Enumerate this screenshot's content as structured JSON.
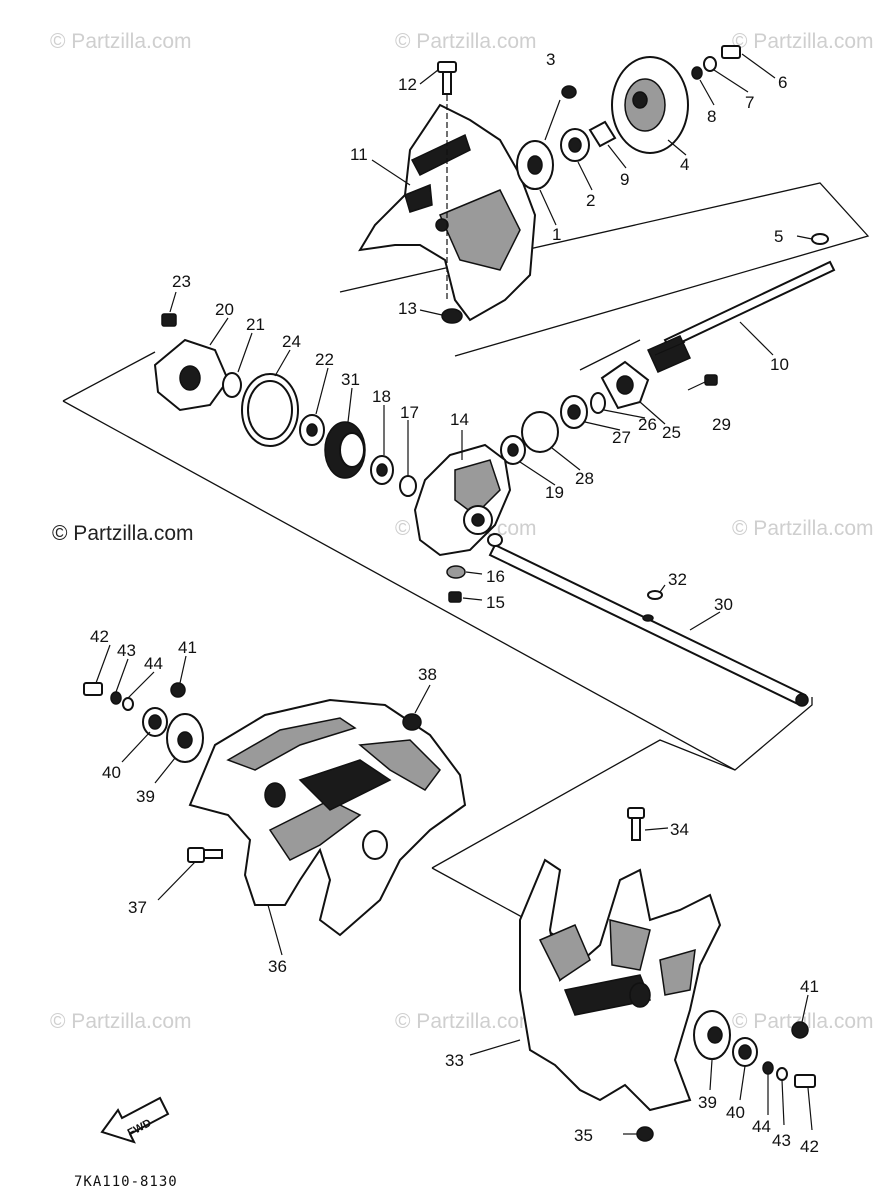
{
  "watermark": "© Partzilla.com",
  "diagram_code": "7KA110-8130",
  "fwd_label": "FWD",
  "callouts": {
    "p1": "1",
    "p2": "2",
    "p3": "3",
    "p4": "4",
    "p5": "5",
    "p6": "6",
    "p7": "7",
    "p8": "8",
    "p9": "9",
    "p10": "10",
    "p11": "11",
    "p12": "12",
    "p13": "13",
    "p14": "14",
    "p15": "15",
    "p16": "16",
    "p17": "17",
    "p18": "18",
    "p19": "19",
    "p20": "20",
    "p21": "21",
    "p22": "22",
    "p23": "23",
    "p24": "24",
    "p25": "25",
    "p26": "26",
    "p27": "27",
    "p28": "28",
    "p29": "29",
    "p30": "30",
    "p31": "31",
    "p32": "32",
    "p33": "33",
    "p34": "34",
    "p35": "35",
    "p36": "36",
    "p37": "37",
    "p38": "38",
    "p39": "39",
    "p40": "40",
    "p41": "41",
    "p42": "42",
    "p43": "43",
    "p44": "44"
  }
}
